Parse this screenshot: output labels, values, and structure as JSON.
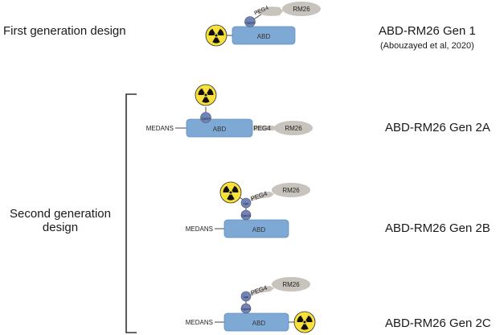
{
  "first_generation": {
    "title": "First generation design",
    "name": "ABD-RM26 Gen 1",
    "citation": "(Abouzayed et al, 2020)"
  },
  "second_generation": {
    "title_line1": "Second generation",
    "title_line2": "design"
  },
  "constructs": {
    "gen1": {
      "abd": "ABD",
      "cys": "Cys14",
      "peg": "PEG4",
      "rm26": "RM26"
    },
    "gen2a": {
      "name": "ABD-RM26 Gen 2A",
      "medans": "MEDANS",
      "abd": "ABD",
      "cys": "Cys14",
      "peg": "PEG4",
      "rm26": "RM26"
    },
    "gen2b": {
      "name": "ABD-RM26 Gen 2B",
      "medans": "MEDANS",
      "abd": "ABD",
      "cys": "Cys14",
      "lys": "Lys",
      "peg": "PEG4",
      "rm26": "RM26"
    },
    "gen2c": {
      "name": "ABD-RM26 Gen 2C",
      "medans": "MEDANS",
      "abd": "ABD",
      "cys": "Cys14",
      "lys": "Lys",
      "peg": "PEG4",
      "rm26": "RM26"
    }
  },
  "colors": {
    "abd": "#7ea9d5",
    "abd_stroke": "#5f8fc0",
    "linker_node": "#6f84b8",
    "peg_rm26": "#c9c3bd",
    "radiation_yellow": "#f7e13a",
    "radiation_black": "#111111",
    "bracket": "#333333"
  },
  "icons": [
    "radiation-icon"
  ]
}
